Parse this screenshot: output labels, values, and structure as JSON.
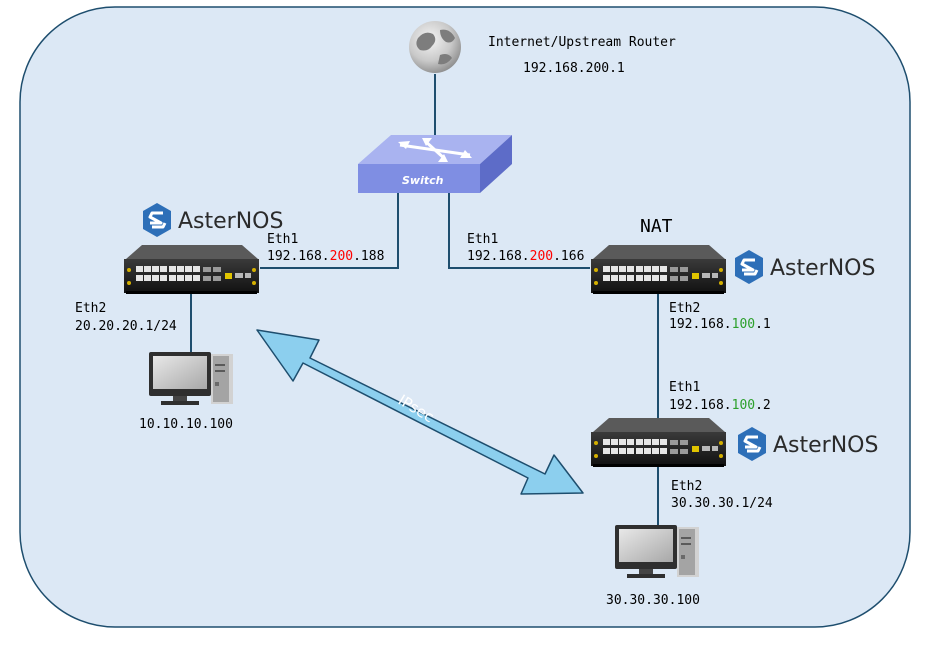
{
  "internet": {
    "title": "Internet/Upstream Router",
    "ip": "192.168.200.1",
    "icon": "globe-icon"
  },
  "switch": {
    "label": "Switch",
    "icon": "switch-icon"
  },
  "brand": {
    "name": "AsterNOS",
    "icon": "asternos-logo-icon"
  },
  "router_left": {
    "eth1_label": "Eth1",
    "eth1_ip": {
      "pre": "192.168.",
      "mid": "200",
      "post": ".188"
    },
    "eth2_label": "Eth2",
    "eth2_ip": "20.20.20.1/24"
  },
  "router_nat": {
    "title": "NAT",
    "eth1_label": "Eth1",
    "eth1_ip": {
      "pre": "192.168.",
      "mid": "200",
      "post": ".166"
    },
    "eth2_label": "Eth2",
    "eth2_ip": {
      "pre": "192.168.",
      "mid": "100",
      "post": ".1"
    }
  },
  "router_bottom": {
    "eth1_label": "Eth1",
    "eth1_ip": {
      "pre": "192.168.",
      "mid": "100",
      "post": ".2"
    },
    "eth2_label": "Eth2",
    "eth2_ip": "30.30.30.1/24"
  },
  "host_left": {
    "ip": "10.10.10.100",
    "icon": "desktop-computer-icon"
  },
  "host_right": {
    "ip": "30.30.30.100",
    "icon": "desktop-computer-icon"
  },
  "tunnel": {
    "label": "IPsec"
  },
  "colors": {
    "background": "#dce8f5",
    "border": "#1e4e6e",
    "highlight_200": "#ff0000",
    "highlight_100": "#2ca02c",
    "tunnel_fill": "#8ccfee",
    "switch_top": "#a9b3f0",
    "switch_front": "#7f8ee3",
    "brand_blue": "#2d6fb8"
  }
}
